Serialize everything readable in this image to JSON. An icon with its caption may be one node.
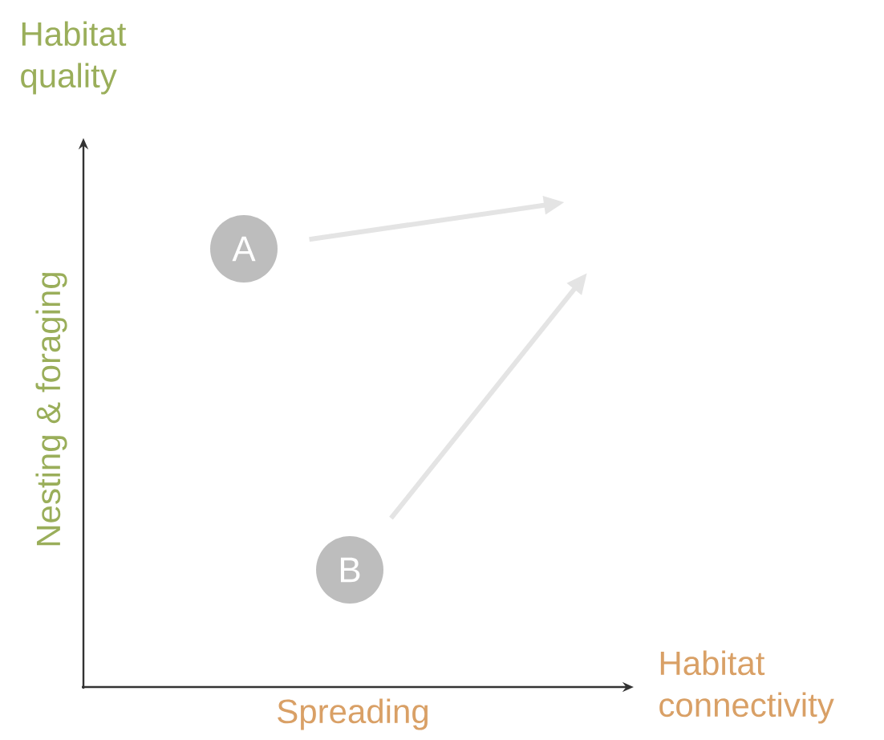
{
  "diagram": {
    "nodes": [
      {
        "text": [
          "A"
        ]
      },
      {
        "text": [
          "B"
        ]
      }
    ],
    "edges": [
      {
        "from": 0,
        "to": null,
        "arrow": "to"
      },
      {
        "from": 1,
        "to": null,
        "arrow": "to"
      }
    ],
    "labels": [
      "Habitat quality",
      "Nesting & foraging",
      "Spreading",
      "Habitat connectivity"
    ]
  }
}
